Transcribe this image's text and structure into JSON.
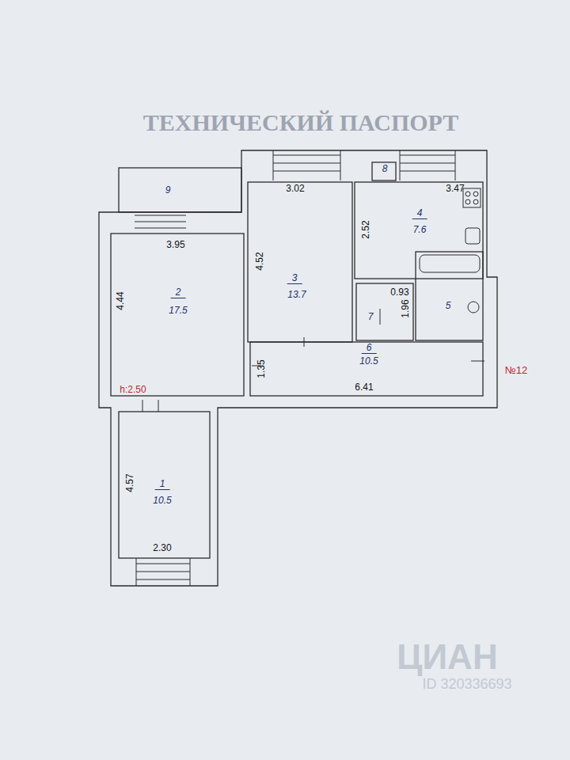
{
  "diagram": {
    "title": "ТЕХНИЧЕСКИЙ ПАСПОРТ",
    "nodes": [
      {
        "text": [
          "9"
        ]
      },
      {
        "text": [
          "8"
        ]
      },
      {
        "text": [
          "3",
          "13.7"
        ]
      },
      {
        "text": [
          "4",
          "7.6"
        ]
      },
      {
        "text": [
          "2",
          "17.5"
        ]
      },
      {
        "text": [
          "7"
        ]
      },
      {
        "text": [
          "5"
        ]
      },
      {
        "text": [
          "6",
          "10.5"
        ]
      },
      {
        "text": [
          "1",
          "10.5"
        ]
      }
    ],
    "labels": [
      "3.02",
      "3.47",
      "3.95",
      "4.52",
      "2.52",
      "4.44",
      "0.93",
      "1.96",
      "1.35",
      "6.41",
      "4.57",
      "2.30",
      "h:2.50",
      "№12",
      "ЦИАН",
      "ID 320336693"
    ]
  }
}
